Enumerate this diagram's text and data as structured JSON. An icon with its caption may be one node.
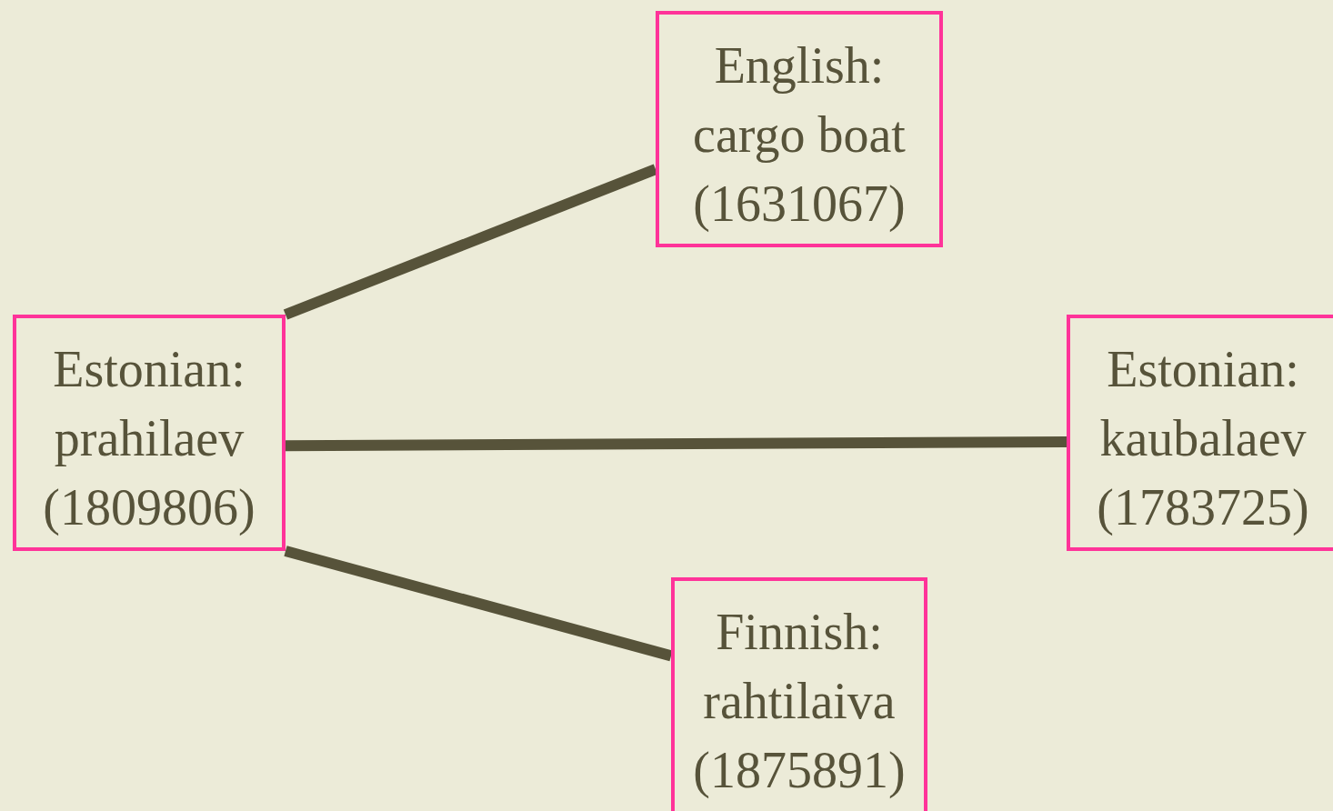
{
  "diagram": {
    "nodes": [
      {
        "text": [
          "Estonian:",
          "prahilaev",
          "(1809806)"
        ]
      },
      {
        "text": [
          "English:",
          "cargo boat",
          "(1631067)"
        ]
      },
      {
        "text": [
          "Estonian:",
          "kaubalaev",
          "(1783725)"
        ]
      },
      {
        "text": [
          "Finnish:",
          "rahtilaiva",
          "(1875891)"
        ]
      }
    ],
    "edges": [
      {
        "from": 0,
        "to": 1,
        "arrow": "none"
      },
      {
        "from": 0,
        "to": 2,
        "arrow": "none"
      },
      {
        "from": 0,
        "to": 3,
        "arrow": "none"
      }
    ]
  }
}
